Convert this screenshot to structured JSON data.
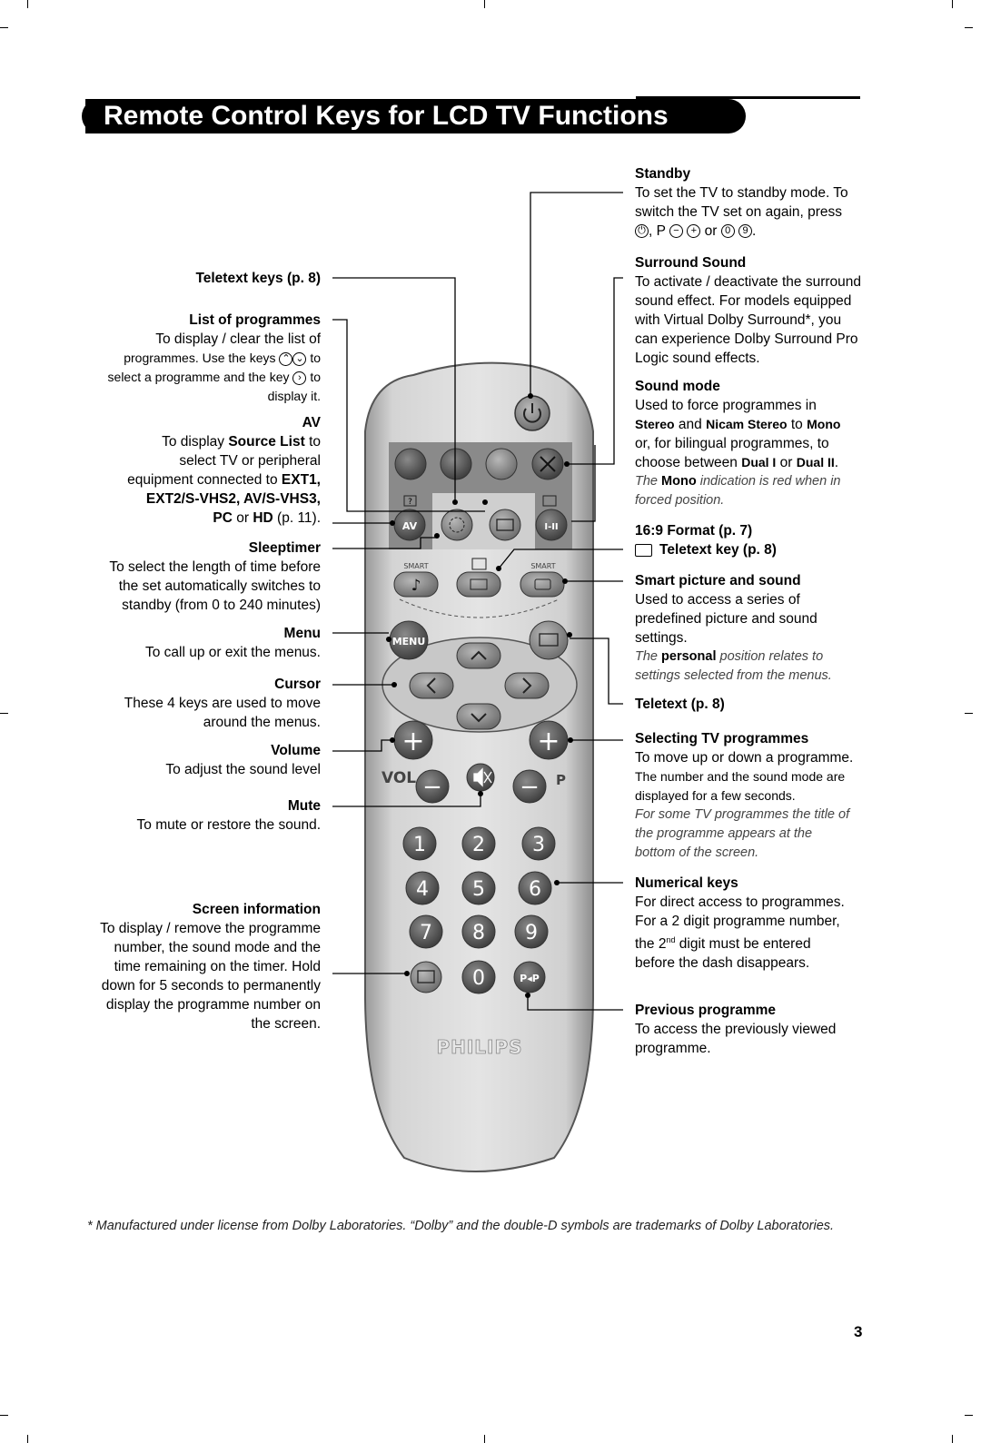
{
  "header": {
    "title": "Remote Control Keys for LCD TV Functions"
  },
  "left": {
    "teletext_keys": {
      "heading": "Teletext keys (p. 8)"
    },
    "list_programmes": {
      "heading": "List of programmes",
      "line1": "To display / clear the list of",
      "line2a": "programmes. Use the keys",
      "line2b": "to",
      "line3a": "select a programme and the key",
      "line3b": "to",
      "line4": "display it."
    },
    "av": {
      "heading": "AV",
      "line1a": "To display",
      "line1b": "Source List",
      "line1c": "to",
      "line2": "select TV or peripheral",
      "line3a": "equipment connected to",
      "line3b": "EXT1,",
      "line4": "EXT2/S-VHS2, AV/S-VHS3,",
      "line5a": "PC",
      "line5b": "or",
      "line5c": "HD",
      "line5d": "(p. 11)."
    },
    "sleeptimer": {
      "heading": "Sleeptimer",
      "line1": "To select the length of time before",
      "line2": "the set  automatically switches to",
      "line3": "standby (from 0 to 240 minutes)"
    },
    "menu": {
      "heading": "Menu",
      "line1": "To call up or exit the menus."
    },
    "cursor": {
      "heading": "Cursor",
      "line1": "These 4 keys are used to move",
      "line2": "around the menus."
    },
    "volume": {
      "heading": "Volume",
      "line1": "To adjust the sound level"
    },
    "mute": {
      "heading": "Mute",
      "line1": "To mute or restore the sound."
    },
    "screen_info": {
      "heading": "Screen information",
      "line1": "To display / remove the programme",
      "line2": "number, the sound mode and the",
      "line3": "time remaining on the timer. Hold",
      "line4": "down for 5 seconds to permanently",
      "line5": "display the programme number on",
      "line6": "the screen."
    }
  },
  "right": {
    "standby": {
      "heading": "Standby",
      "line1": "To set the TV to standby mode. To",
      "line2": "switch the TV set on again, press",
      "line3a": ", P",
      "line3b": "or",
      "line3c": ".",
      "key_minus": "−",
      "key_plus": "+",
      "key_0": "0",
      "key_9": "9"
    },
    "surround": {
      "heading": "Surround Sound",
      "line1": "To activate / deactivate the surround",
      "line2": "sound effect. For models equipped",
      "line3": "with Virtual Dolby Surround*, you",
      "line4": "can experience Dolby Surround Pro",
      "line5": "Logic sound effects."
    },
    "sound_mode": {
      "heading": "Sound mode",
      "line1": "Used to force programmes in",
      "line2a": "Stereo",
      "line2b": "and",
      "line2c": "Nicam Stereo",
      "line2d": "to",
      "line2e": "Mono",
      "line3": "or, for bilingual programmes, to",
      "line4a": "choose between",
      "line4b": "Dual I",
      "line4c": "or",
      "line4d": "Dual II",
      "line4e": ".",
      "note1a": "The",
      "note1b": "Mono",
      "note1c": "indication is red when in",
      "note2": "forced position."
    },
    "format": {
      "heading": "16:9 Format (p. 7)"
    },
    "teletext_key": {
      "heading": "Teletext key (p. 8)"
    },
    "smart": {
      "heading": "Smart picture and sound",
      "line1": "Used to access a series of",
      "line2": "predefined picture and sound",
      "line3": "settings.",
      "note1a": "The",
      "note1b": "personal",
      "note1c": "position relates to",
      "note2": "settings selected from the menus."
    },
    "teletext": {
      "heading": "Teletext (p. 8)"
    },
    "selecting": {
      "heading": "Selecting TV programmes",
      "line1": "To move up or down a programme.",
      "line2": "The number and the sound mode are",
      "line3": "displayed for a few seconds.",
      "note1": "For some TV programmes the title of",
      "note2": "the programme appears at the",
      "note3": "bottom of the screen."
    },
    "numerical": {
      "heading": "Numerical keys",
      "line1": "For direct access to programmes.",
      "line2": "For a 2 digit programme number,",
      "line3a": "the 2",
      "line3sup": "nd",
      "line3b": " digit must be entered",
      "line4": "before the dash disappears."
    },
    "previous": {
      "heading": "Previous programme",
      "line1": "To access the previously viewed",
      "line2": "programme."
    }
  },
  "remote": {
    "brand": "PHILIPS",
    "smart_left": "SMART",
    "smart_right": "SMART",
    "av": "AV",
    "menu": "MENU",
    "vol": "VOL",
    "p": "P",
    "plus": "+",
    "minus": "−",
    "digits": [
      "1",
      "2",
      "3",
      "4",
      "5",
      "6",
      "7",
      "8",
      "9",
      "0"
    ],
    "pp": "P◂P",
    "ii": "I-II",
    "question": "?"
  },
  "footer": {
    "footnote": "* Manufactured under license from Dolby Laboratories. “Dolby” and the double-D symbols are trademarks of Dolby Laboratories.",
    "page_number": "3"
  }
}
